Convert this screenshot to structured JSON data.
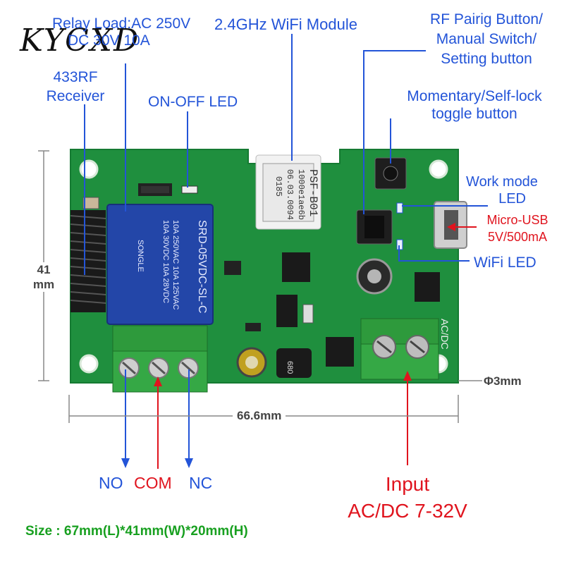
{
  "watermark": "KYCXD",
  "labels": {
    "relay_load_line1": "Relay Load:AC 250V",
    "relay_load_line2": "DC 30V 10A",
    "wifi_module": "2.4GHz WiFi Module",
    "rf_pairing_line1": "RF Pairig Button/",
    "rf_pairing_line2": "Manual Switch/",
    "rf_pairing_line3": "Setting button",
    "receiver_line1": "433RF",
    "receiver_line2": "Receiver",
    "on_off_led": "ON-OFF LED",
    "momentary_line1": "Momentary/Self-lock",
    "momentary_line2": "toggle button",
    "work_mode_line1": "Work mode",
    "work_mode_line2": "LED",
    "micro_usb_line1": "Micro-USB",
    "micro_usb_line2": "5V/500mA",
    "wifi_led": "WiFi LED",
    "height_value": "41",
    "height_unit": "mm",
    "width_value": "66.6mm",
    "hole_value": "Φ3mm",
    "no": "NO",
    "com": "COM",
    "nc": "NC",
    "input_line1": "Input",
    "input_line2": "AC/DC 7-32V",
    "size": "Size : 67mm(L)*41mm(W)*20mm(H)"
  },
  "board_text": {
    "module_line1": "PSF-B01",
    "module_line2": "1000e1ae6b",
    "module_line3": "06.03.0094",
    "module_line4": "0185",
    "relay_line1": "SRD-05VDC-SL-C",
    "relay_line2": "10A 250VAC  10A 125VAC",
    "relay_line3": "10A 30VDC  10A 28VDC",
    "relay_brand": "SONGLE",
    "inductor": "680",
    "acdc": "AC/DC"
  },
  "colors": {
    "pcb": "#1f8f3e",
    "label_blue": "#2354d8",
    "label_red": "#e0141e",
    "size_green": "#18a020",
    "relay_blue": "#2346a8",
    "terminal_green": "#2e9a3c"
  }
}
